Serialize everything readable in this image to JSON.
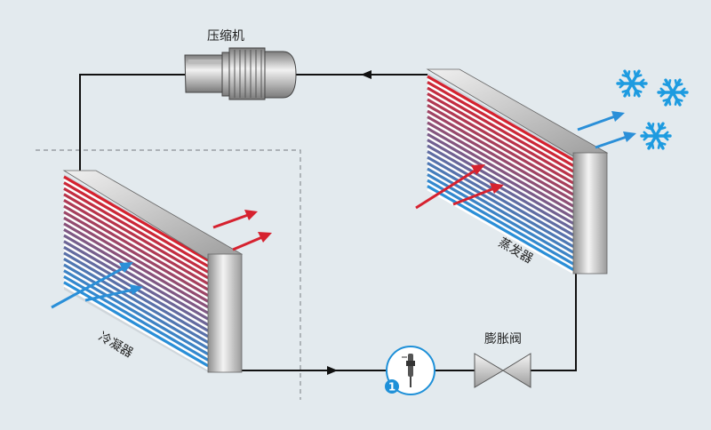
{
  "labels": {
    "compressor": "压缩机",
    "condenser": "冷凝器",
    "evaporator": "蒸发器",
    "expansion_valve": "膨胀阀",
    "marker": "1"
  },
  "colors": {
    "background": "#e3eaee",
    "pipe": "#111111",
    "hot": "#d6222f",
    "cold": "#2a8fd8",
    "snow": "#1d9be0",
    "marker_bg": "#1e90d8"
  },
  "icons": [
    "compressor-icon",
    "expansion-valve-icon",
    "sensor-icon",
    "snowflake-icon"
  ]
}
